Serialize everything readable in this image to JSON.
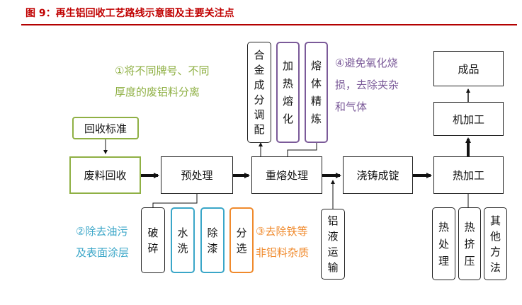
{
  "title": "图 9：再生铝回收工艺路线示意图及主要关注点",
  "colors": {
    "title": "#c00000",
    "green": "#8fb044",
    "blue": "#3aa6c8",
    "orange": "#f08a2c",
    "purple": "#7b5a99",
    "line": "#111111"
  },
  "nodes": {
    "standard": "回收标准",
    "scrap": "废料回收",
    "pretreat": "预处理",
    "remelt": "重熔处理",
    "casting": "浇铸成锭",
    "heat_process": "热加工",
    "machining": "机加工",
    "product": "成品",
    "alloy": "合金成分调配",
    "heating": "加热熔化",
    "refining": "熔体精炼",
    "crush": "破碎",
    "wash": "水洗",
    "paint": "除漆",
    "sort": "分选",
    "liquid": "铝液运输",
    "heat_treat": "热处理",
    "extrude": "热挤压",
    "other": "其他方法"
  },
  "notes": {
    "n1_line1": "①将不同牌号、不同",
    "n1_line2": "厚度的废铝料分离",
    "n2_line1": "②除去油污",
    "n2_line2": "及表面涂层",
    "n3_line1": "③去除铁等",
    "n3_line2": "非铝料杂质",
    "n4_line1": "④避免氧化烧",
    "n4_line2": "损，去除夹杂",
    "n4_line3": "和气体"
  }
}
